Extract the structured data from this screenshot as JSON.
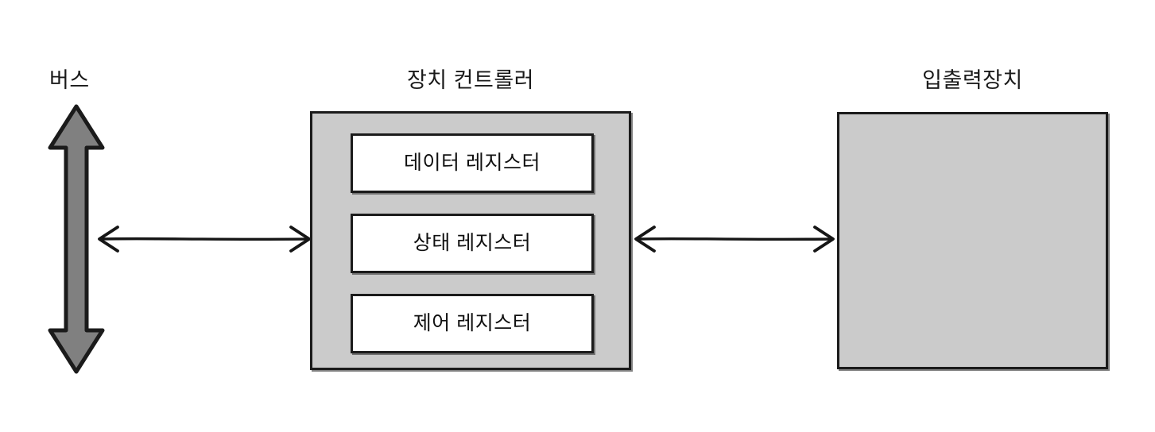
{
  "diagram": {
    "title_bus": "버스",
    "title_controller": "장치 컨트롤러",
    "title_io_device": "입출력장치",
    "registers": [
      {
        "label": "데이터 레지스터"
      },
      {
        "label": "상태 레지스터"
      },
      {
        "label": "제어 레지스터"
      }
    ],
    "icons": {
      "bus_arrow": "double-headed-vertical-arrow",
      "connector_left": "double-headed-horizontal-arrow",
      "connector_right": "double-headed-horizontal-arrow"
    },
    "colors": {
      "background": "#ffffff",
      "box_fill": "#cbcbcb",
      "register_fill": "#ffffff",
      "stroke": "#1b1b1b",
      "bus_arrow_fill": "#808080",
      "text": "#1a1a1a"
    }
  }
}
